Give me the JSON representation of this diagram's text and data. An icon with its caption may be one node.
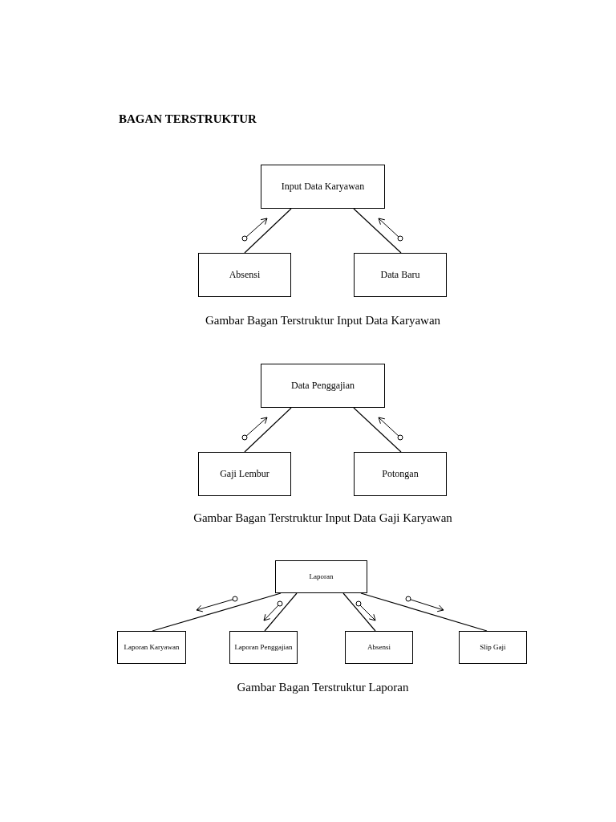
{
  "diagram": {
    "title": "BAGAN TERSTRUKTUR",
    "nodes": [
      {
        "text": [
          "Input Data Karyawan"
        ]
      },
      {
        "text": [
          "Absensi"
        ]
      },
      {
        "text": [
          "Data Baru"
        ]
      },
      {
        "text": [
          "Data Penggajian"
        ]
      },
      {
        "text": [
          "Gaji Lembur"
        ]
      },
      {
        "text": [
          "Potongan"
        ]
      },
      {
        "text": [
          "Laporan"
        ]
      },
      {
        "text": [
          "Laporan Karyawan"
        ]
      },
      {
        "text": [
          "Laporan Penggajian"
        ]
      },
      {
        "text": [
          "Absensi"
        ]
      },
      {
        "text": [
          "Slip Gaji"
        ]
      }
    ],
    "edges": [
      {
        "from": 0,
        "to": 1,
        "arrow": "none"
      },
      {
        "from": 0,
        "to": 2,
        "arrow": "none"
      },
      {
        "from": 3,
        "to": 4,
        "arrow": "none"
      },
      {
        "from": 3,
        "to": 5,
        "arrow": "none"
      },
      {
        "from": 6,
        "to": 7,
        "arrow": "none"
      },
      {
        "from": 6,
        "to": 8,
        "arrow": "none"
      },
      {
        "from": 6,
        "to": 9,
        "arrow": "none"
      },
      {
        "from": 6,
        "to": 10,
        "arrow": "none"
      }
    ],
    "labels": [
      "Gambar Bagan Terstruktur Input Data Karyawan",
      "Gambar Bagan Terstruktur Input Data Gaji Karyawan",
      "Gambar Bagan Terstruktur Laporan"
    ]
  }
}
